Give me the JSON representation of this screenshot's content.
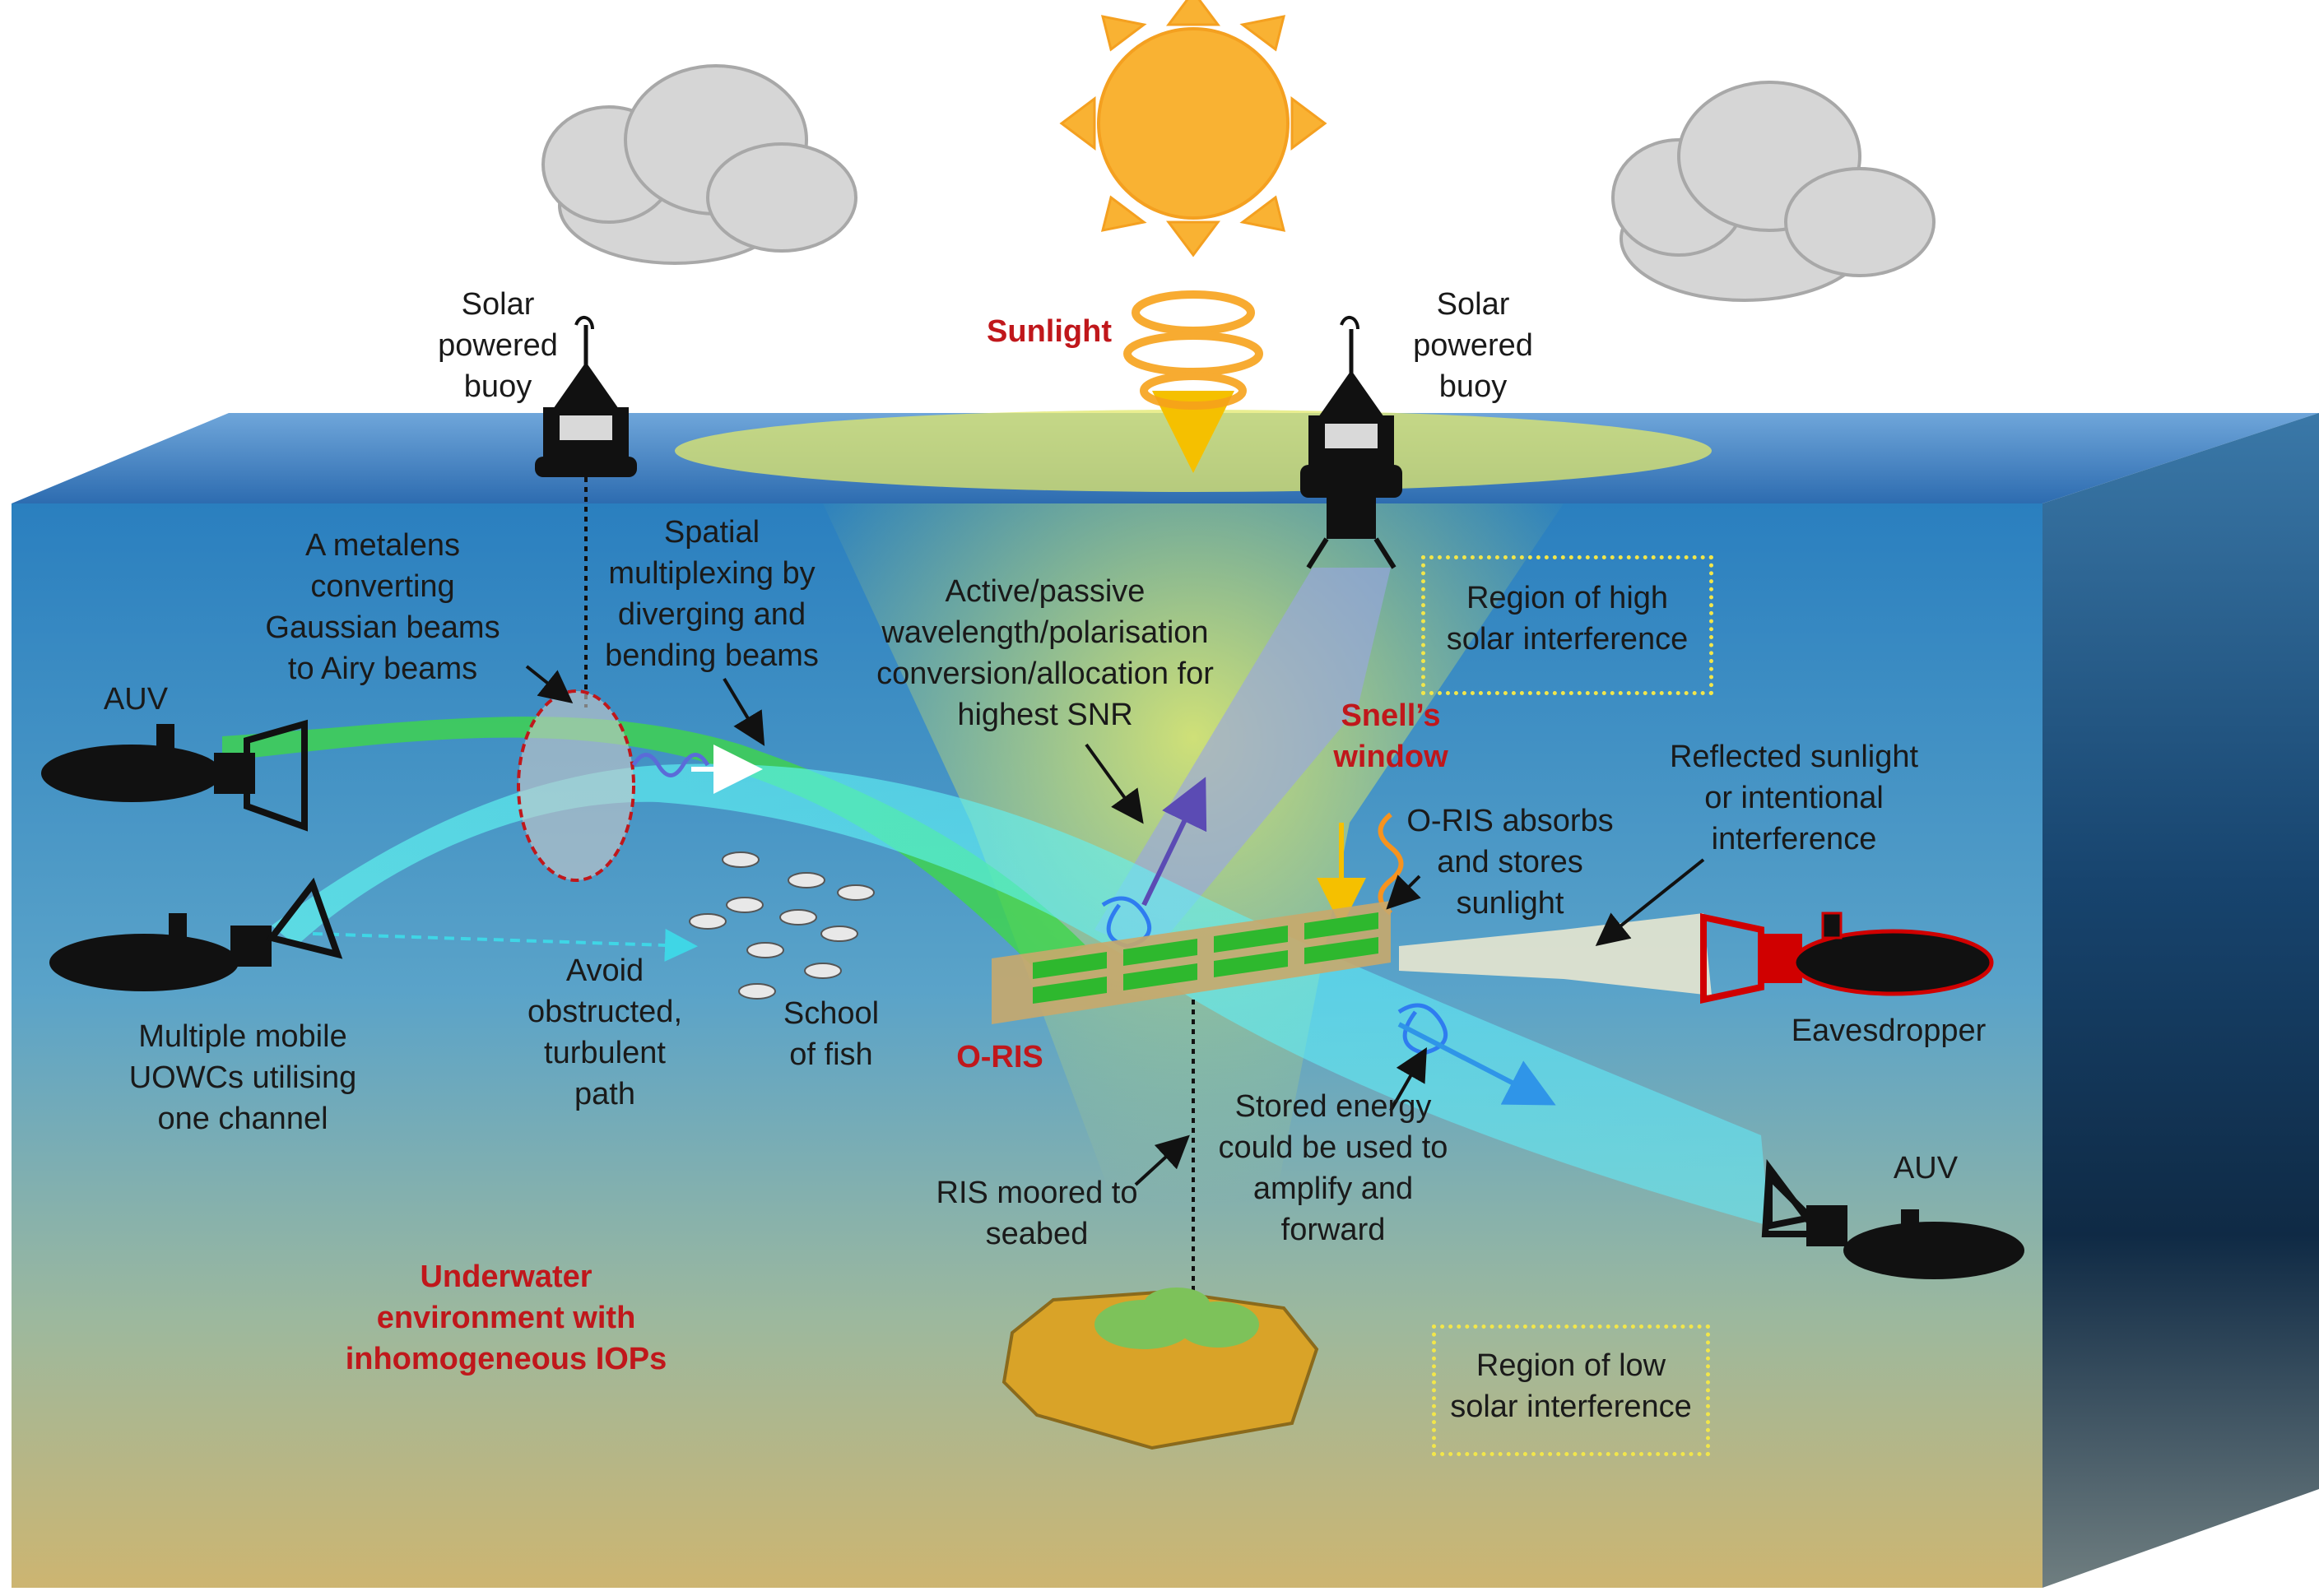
{
  "labels": {
    "buoy_left": "Solar\npowered\nbuoy",
    "buoy_right": "Solar\npowered\nbuoy",
    "sunlight": "Sunlight",
    "metalens": "A metalens\nconverting\nGaussian beams\nto Airy beams",
    "spatial": "Spatial\nmultiplexing by\ndiverging and\nbending beams",
    "conversion": "Active/passive\nwavelength/polarisation\nconversion/allocation for\nhighest SNR",
    "high_region": "Region of high\nsolar interference",
    "snell": "Snell’s\nwindow",
    "auv_left": "AUV",
    "reflected": "Reflected sunlight\nor intentional\ninterference",
    "absorbs": "O-RIS absorbs\nand stores\nsunlight",
    "eavesdropper": "Eavesdropper",
    "multiple": "Multiple mobile\nUOWCs utilising\none channel",
    "avoid": "Avoid\nobstructed,\nturbulent\npath",
    "fish": "School\nof fish",
    "oris": "O-RIS",
    "stored": "Stored energy\ncould be used to\namplify and\nforward",
    "auv_right": "AUV",
    "moored": "RIS moored to\nseabed",
    "underwater": "Underwater\nenvironment with\ninhomogeneous IOPs",
    "low_region": "Region of low\nsolar interference"
  },
  "colors": {
    "sea_surface": "#2f72b6",
    "water_top": "#2a80c0",
    "water_bottom": "#c9b572",
    "highlight_red": "#c0171b",
    "dotted_box": "#f2e64a",
    "sun": "#f9b233",
    "oris_panel": "#c8a86b",
    "oris_cells": "#2eb82e"
  }
}
